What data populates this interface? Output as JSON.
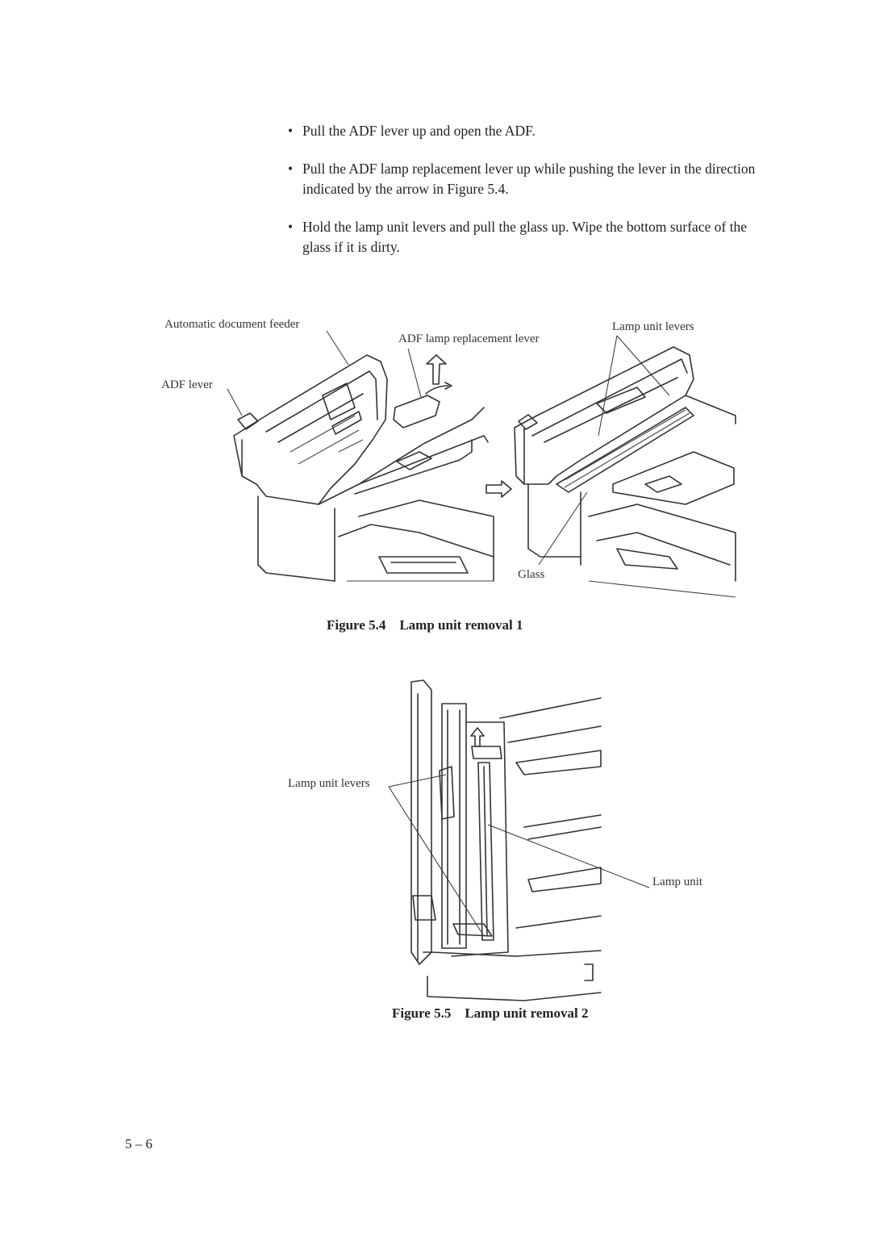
{
  "instructions": [
    "Pull the ADF lever up and open the ADF.",
    "Pull the ADF lamp replacement lever up while pushing the lever in the direction indicated by the arrow in Figure 5.4.",
    "Hold the lamp unit levers and pull the glass up.  Wipe the bottom surface of the glass if it is dirty."
  ],
  "bullet_symbol": "•",
  "figure_4": {
    "labels": {
      "adf": "Automatic document feeder",
      "adf_lamp_lever": "ADF lamp replacement lever",
      "adf_lever": "ADF lever",
      "lamp_unit_levers": "Lamp unit levers",
      "glass": "Glass"
    },
    "caption": "Figure 5.4    Lamp unit removal 1"
  },
  "figure_5": {
    "labels": {
      "lamp_unit_levers": "Lamp unit levers",
      "lamp_unit": "Lamp unit"
    },
    "caption": "Figure 5.5    Lamp unit removal 2"
  },
  "page_number": "5 – 6"
}
